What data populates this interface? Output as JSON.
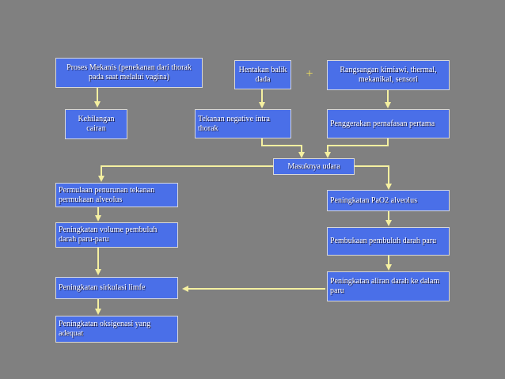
{
  "nodes": {
    "proses_mekanis": "Proses Mekanis (penekanan dari thorak pada saat melalui vagina)",
    "hentakan": "Hentakan balik dada",
    "rangsangan": "Rangsangan kimiawi, thermal, mekanikal, sensori",
    "kehilangan": "Kehilangan cairan",
    "tekanan": "Tekanan negative intra thorak",
    "penggerakan": "Penggerakan pernafasan pertama",
    "masuknya": "Masuknya udara",
    "permulaan": "Permulaan penurunan tekanan permukaan alveolus",
    "peningkatan_pao2": "Peningkatan PaO2 alveolus",
    "peningkatan_volume": "Peningkatan volume pembuluh darah paru-paru",
    "pembukaan": "Pembukaan pembuluh darah paru",
    "sirkulasi": "Peningkatan sirkulasi limfe",
    "aliran": "Peningkatan aliran darah ke dalam paru",
    "oksigenasi": "Peningkatan oksigenasi yang adequat"
  },
  "operator": "+",
  "colors": {
    "node_fill": "#4a6fe8",
    "arrow": "#f5f0a0",
    "background": "#808080"
  }
}
